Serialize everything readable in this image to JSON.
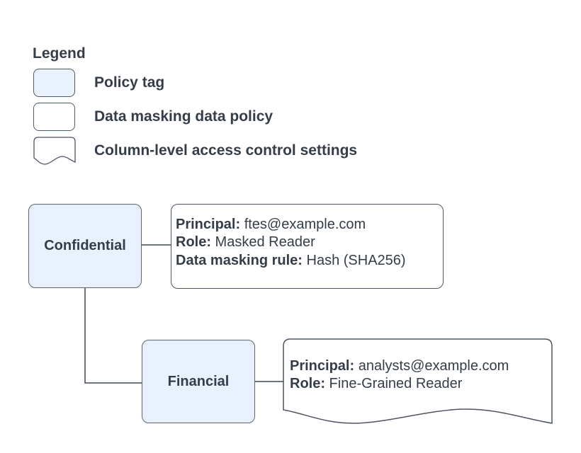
{
  "colors": {
    "background": "#ffffff",
    "policy_tag_fill": "#e8f1fc",
    "policy_tag_border": "#5b6573",
    "shape_border": "#4d5560",
    "connector": "#3f4854",
    "text": "#343d48"
  },
  "legend": {
    "title": "Legend",
    "items": [
      {
        "swatch": "policy-tag",
        "label": "Policy tag"
      },
      {
        "swatch": "data-masking-data-policy",
        "label": "Data masking data policy"
      },
      {
        "swatch": "column-level-access-control-settings",
        "label": "Column-level access control settings"
      }
    ]
  },
  "diagram": {
    "policy_tags": [
      {
        "name": "Confidential"
      },
      {
        "name": "Financial"
      }
    ],
    "masking_policy": {
      "attached_to": "Confidential",
      "lines": [
        {
          "label": "Principal:",
          "value": " ftes@example.com"
        },
        {
          "label": "Role:",
          "value": " Masked Reader"
        },
        {
          "label": "Data masking rule:",
          "value": " Hash (SHA256)"
        }
      ]
    },
    "access_settings": {
      "attached_to": "Financial",
      "lines": [
        {
          "label": "Principal:",
          "value": " analysts@example.com"
        },
        {
          "label": "Role:",
          "value": " Fine-Grained Reader"
        }
      ]
    }
  }
}
